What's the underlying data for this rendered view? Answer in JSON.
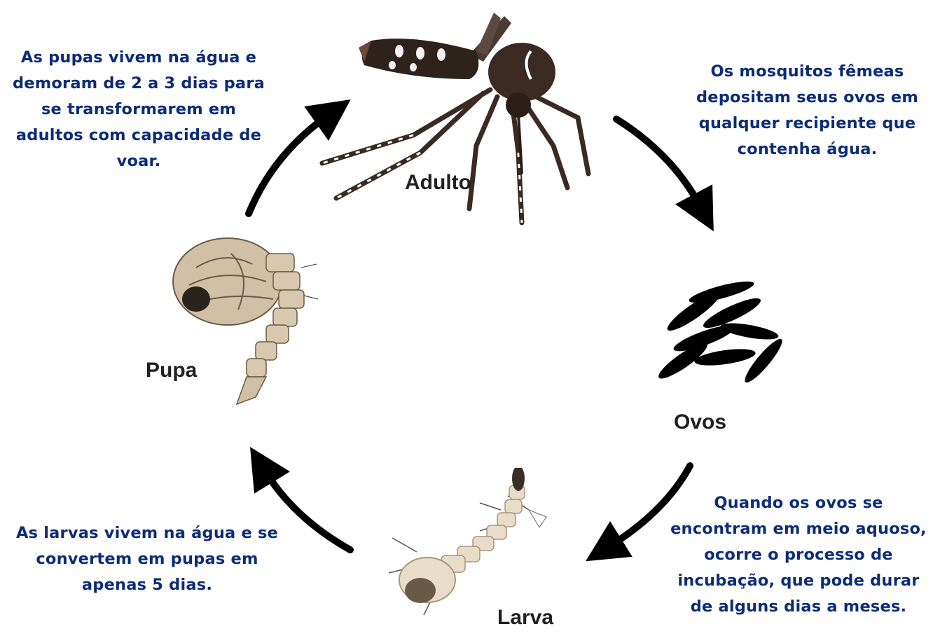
{
  "stages": {
    "adult": "Adulto",
    "eggs": "Ovos",
    "larva": "Larva",
    "pupa": "Pupa"
  },
  "captions": {
    "pupa_to_adult": {
      "lines": [
        "As pupas vivem na água e",
        "demoram de 2 a 3 dias para",
        "se transformarem em",
        "adultos com capacidade de",
        "voar."
      ]
    },
    "adult_to_eggs": {
      "lines": [
        "Os mosquitos fêmeas",
        "depositam seus ovos em",
        "qualquer recipiente que",
        "contenha água."
      ]
    },
    "eggs_to_larva": {
      "lines": [
        "Quando os ovos se",
        "encontram em meio aquoso,",
        "ocorre o processo de",
        "incubação, que pode durar",
        "de alguns dias a meses."
      ]
    },
    "larva_to_pupa": {
      "lines": [
        "As larvas vivem na água e se",
        "convertem em pupas em",
        "apenas 5 dias."
      ]
    }
  },
  "colors": {
    "caption_text": "#0c2c78",
    "label_text": "#202020",
    "arrow": "#000000",
    "egg": "#000000"
  },
  "icons": [
    "mosquito-adult-icon",
    "egg-cluster-icon",
    "larva-icon",
    "pupa-icon"
  ]
}
